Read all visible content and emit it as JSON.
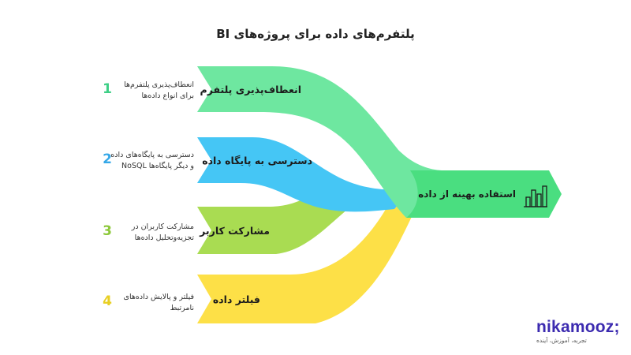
{
  "title": "پلتفرم‌های داده برای پروژه‌های BI",
  "items": [
    {
      "number": "1",
      "label": "انعطاف‌پذیری پلتفرم",
      "desc_line1": "انعطاف‌پذیری پلتفرم‌ها",
      "desc_line2": "برای انواع داده‌ها",
      "color": "#6ee7a0",
      "num_color": "#3ecf86"
    },
    {
      "number": "2",
      "label": "دسترسی به پایگاه داده",
      "desc_line1": "دسترسی به پایگاه‌های داده",
      "desc_line2": "و دیگر پایگاه‌ها NoSQL",
      "color": "#45c6f5",
      "num_color": "#36a8e8"
    },
    {
      "number": "3",
      "label": "مشارکت کاربر",
      "desc_line1": "مشارکت کاربران در",
      "desc_line2": "تجزیه‌وتحلیل داده‌ها",
      "color": "#a9dc52",
      "num_color": "#8cc83a"
    },
    {
      "number": "4",
      "label": "فیلتر داده",
      "desc_line1": "فیلتر و پالایش داده‌های",
      "desc_line2": "نامرتبط",
      "color": "#fde047",
      "num_color": "#e8cf22"
    }
  ],
  "output": {
    "label": "استفاده بهینه از داده",
    "color": "#4ade80",
    "icon": "bar-chart-icon"
  },
  "logo": {
    "name": "nikamooz;",
    "tagline": "تجربه، آموزش، آینده"
  }
}
